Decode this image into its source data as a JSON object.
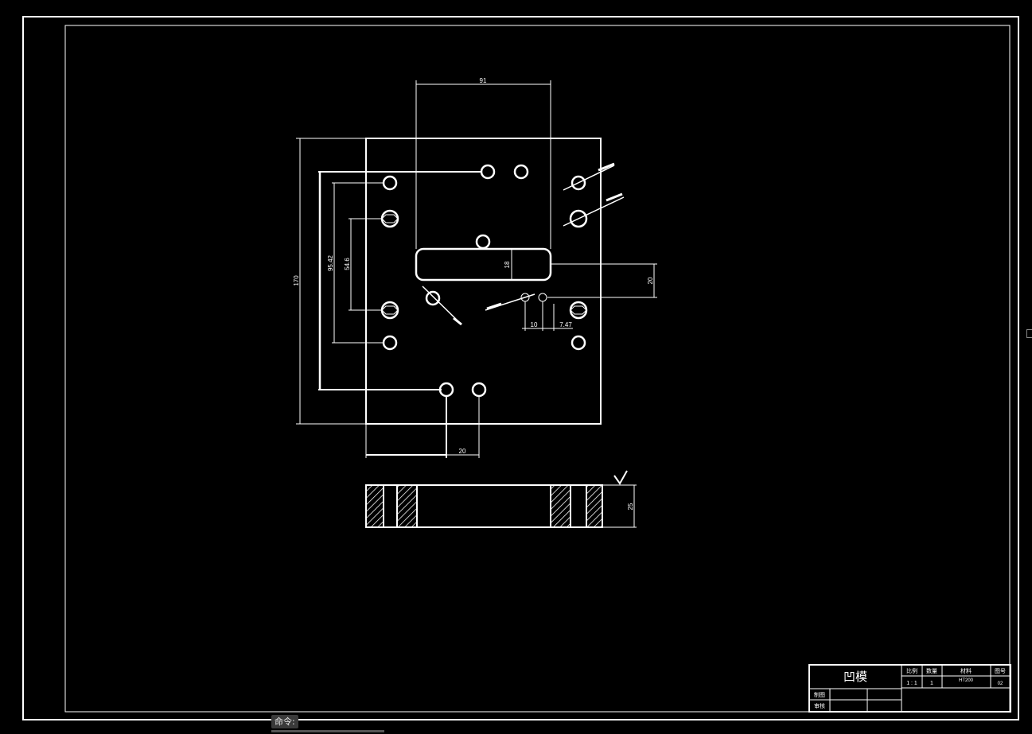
{
  "title_block": {
    "part_name": "凹模",
    "scale_label": "比例",
    "scale_value": "1 : 1",
    "qty_label": "数量",
    "qty_value": "1",
    "material_label": "材料",
    "material_value": "HT200",
    "drawing_no_label": "图号",
    "drawing_no_value": "02",
    "drawn_by_label": "制图",
    "checked_by_label": "审核"
  },
  "dimensions": {
    "top_width": "91",
    "slot_height": "18",
    "right_offset": "20",
    "overall_height": "170",
    "inner_height_1": "95.42",
    "inner_height_2": "54.6",
    "small_hole_spacing": "10",
    "small_hole_offset": "7.47",
    "bottom_spacing": "20",
    "section_thickness": "25"
  },
  "command_line": {
    "prompt": "命令:"
  }
}
